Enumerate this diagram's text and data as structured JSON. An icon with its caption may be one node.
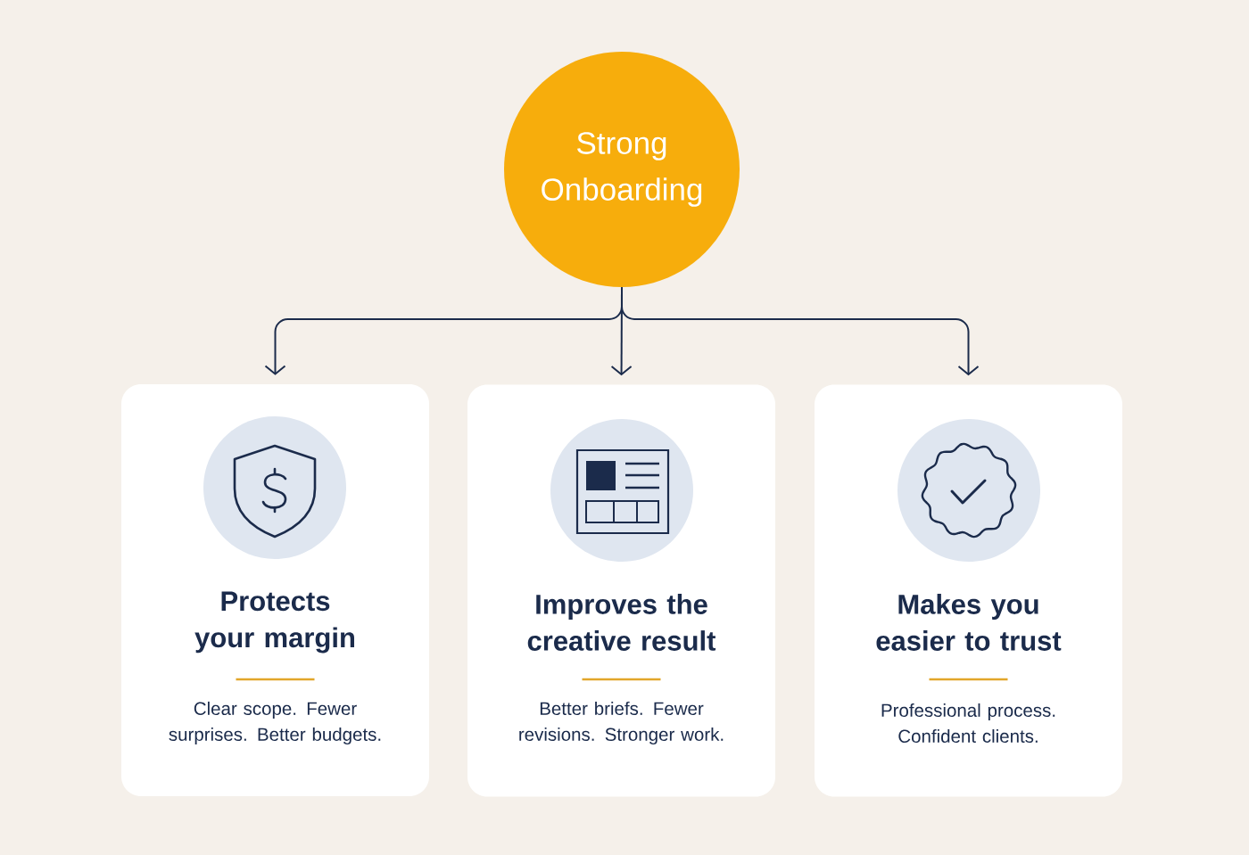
{
  "diagram": {
    "nodes": [
      {
        "text": [
          "Strong Onboarding"
        ]
      },
      {
        "text": [
          "Protects your margin",
          "Clear scope. Fewer surprises. Better budgets."
        ]
      },
      {
        "text": [
          "Improves the creative result",
          "Better briefs. Fewer revisions. Stronger work."
        ]
      },
      {
        "text": [
          "Makes you easier to trust",
          "Professional process. Confident clients."
        ]
      }
    ],
    "edges": [
      {
        "from": 0,
        "to": 1,
        "arrow": "to"
      },
      {
        "from": 0,
        "to": 2,
        "arrow": "to"
      },
      {
        "from": 0,
        "to": 3,
        "arrow": "to"
      }
    ]
  }
}
